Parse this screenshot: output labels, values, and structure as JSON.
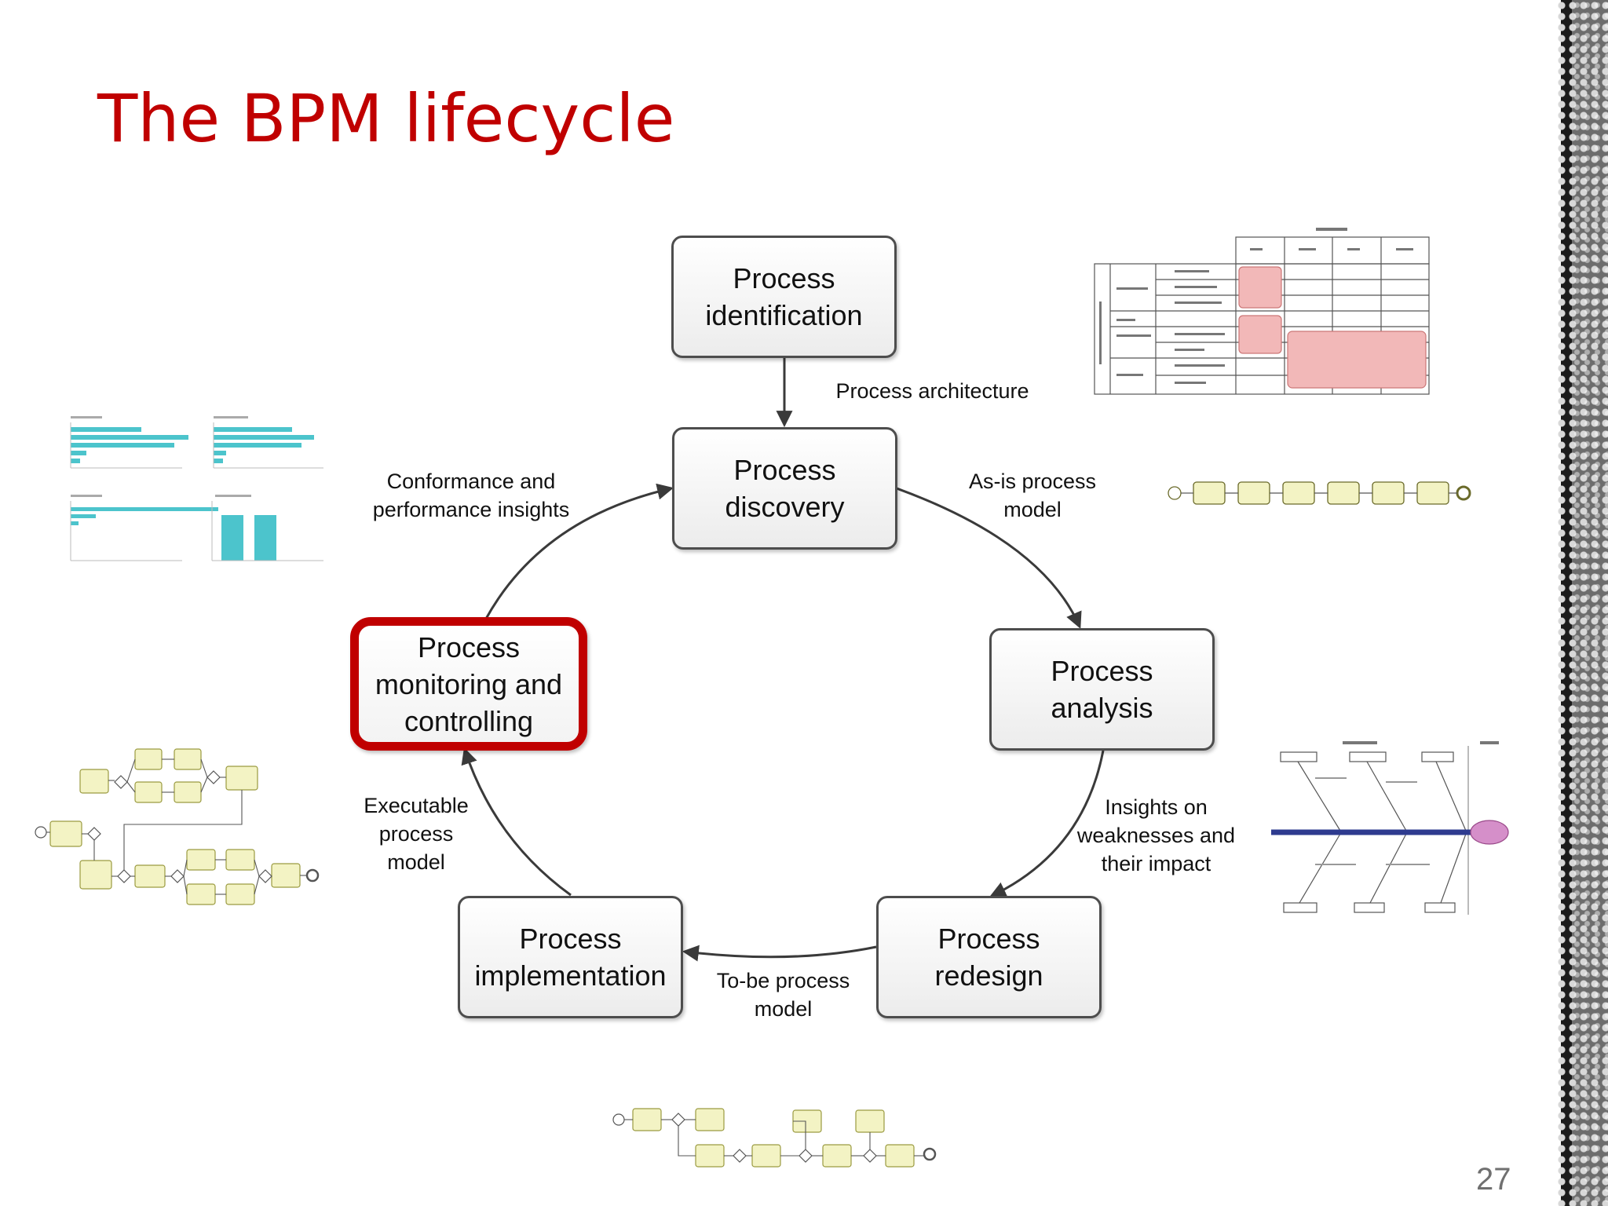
{
  "slide": {
    "title": "The BPM lifecycle",
    "page_number": "27"
  },
  "nodes": {
    "identification": "Process\nidentification",
    "discovery": "Process\ndiscovery",
    "analysis": "Process\nanalysis",
    "redesign": "Process\nredesign",
    "implementation": "Process\nimplementation",
    "monitoring": "Process\nmonitoring and\ncontrolling"
  },
  "edges": {
    "architecture": "Process architecture",
    "as_is": "As-is process\nmodel",
    "insights": "Insights on\nweaknesses and\ntheir impact",
    "to_be": "To-be process\nmodel",
    "executable": "Executable\nprocess\nmodel",
    "conformance": "Conformance and\nperformance insights"
  },
  "colors": {
    "title": "#c00000",
    "highlight_border": "#c00000",
    "node_border": "#4d4d4d",
    "arrow": "#3a3a3a",
    "bar": "#4cc4cc",
    "bpmn_task": "#f3f3c4",
    "bpmn_task_border": "#9a9a40",
    "matrix_cell": "#f2b8b8",
    "fishbone_spine": "#2e3b8f",
    "fishbone_head": "#d58fc9"
  }
}
